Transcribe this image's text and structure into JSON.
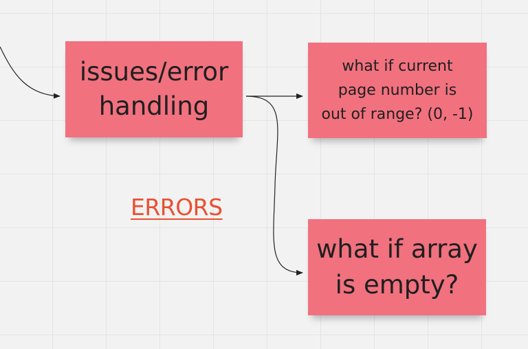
{
  "canvas": {
    "background_color": "#f2f2f2",
    "grid_color": "#e4e4e4"
  },
  "notes": {
    "issues": {
      "line1": "issues/error",
      "line2": "handling",
      "color": "#f1717f"
    },
    "range": {
      "line1": "what if current",
      "line2": "page number is",
      "line3": "out of range? (0, -1)",
      "color": "#f1717f"
    },
    "empty": {
      "line1": "what if array",
      "line2": "is empty?",
      "color": "#f1717f"
    }
  },
  "label": {
    "errors": "ERRORS",
    "color": "#e94f30"
  },
  "connectors": {
    "color": "#222222",
    "arrowhead": "filled-triangle"
  }
}
